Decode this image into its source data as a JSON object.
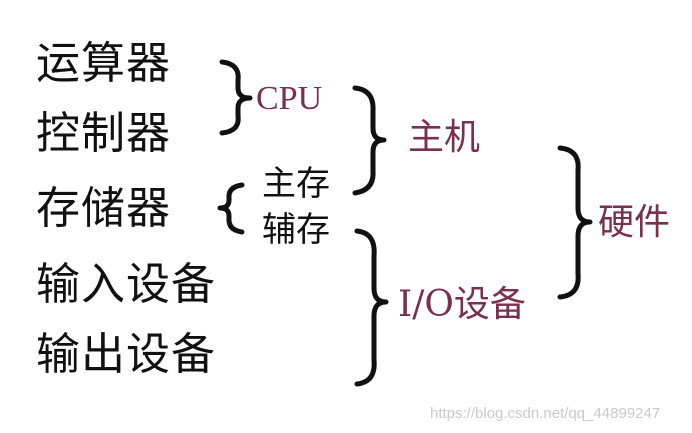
{
  "components": {
    "alu": "运算器",
    "control_unit": "控制器",
    "memory": "存储器",
    "input_device": "输入设备",
    "output_device": "输出设备"
  },
  "memory_split": {
    "main_memory": "主存",
    "auxiliary_memory": "辅存"
  },
  "groups": {
    "cpu": "CPU",
    "host": "主机",
    "io_devices": "I/O设备",
    "hardware": "硬件"
  },
  "watermark": "https://blog.csdn.net/qq_44899247",
  "colors": {
    "text": "#111111",
    "accent": "#7a2f4a",
    "watermark": "#c9c9c9"
  }
}
